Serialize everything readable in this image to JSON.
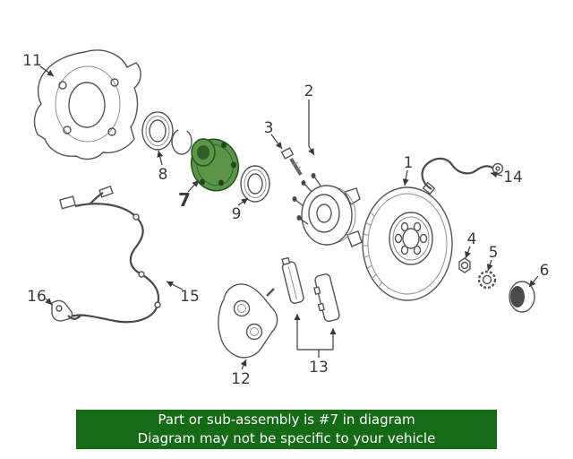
{
  "diagram": {
    "name": "Front brake and hub exploded parts diagram",
    "highlighted_part": "7",
    "highlight_fill": "#5a9648",
    "highlight_stroke": "#27511f",
    "line_color": "#555555",
    "label_color": "#3a3a3a",
    "callouts": [
      {
        "label": "1"
      },
      {
        "label": "2"
      },
      {
        "label": "3"
      },
      {
        "label": "4"
      },
      {
        "label": "5"
      },
      {
        "label": "6"
      },
      {
        "label": "7"
      },
      {
        "label": "8"
      },
      {
        "label": "9"
      },
      {
        "label": "11"
      },
      {
        "label": "12"
      },
      {
        "label": "13"
      },
      {
        "label": "14"
      },
      {
        "label": "15"
      },
      {
        "label": "16"
      }
    ]
  },
  "banner": {
    "line1": "Part or sub-assembly is #7 in diagram",
    "line2": "Diagram may not be specific to your vehicle",
    "bg_color": "#156a15",
    "text_color": "#ffffff"
  }
}
